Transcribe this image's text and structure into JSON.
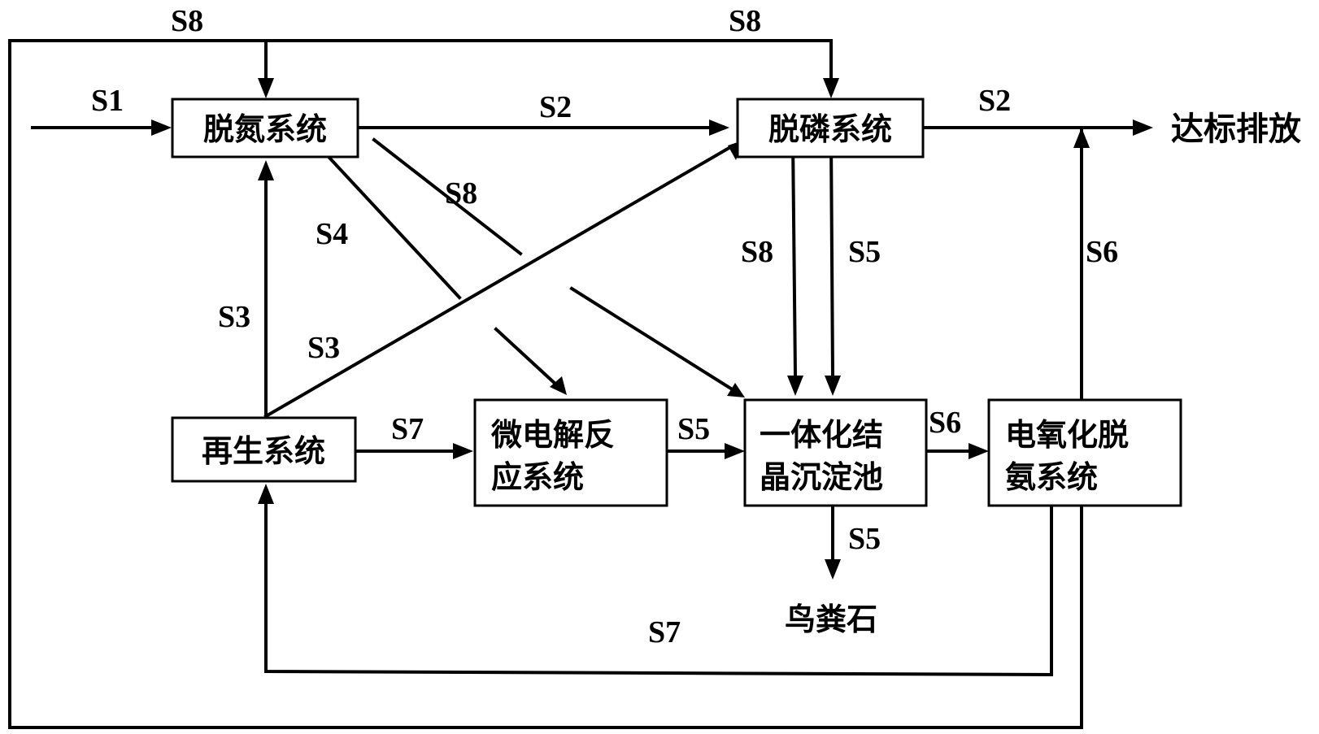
{
  "boxes": {
    "denitrification": "脱氮系统",
    "dephosphorization": "脱磷系统",
    "regeneration": "再生系统",
    "microelectrolysis": [
      "微电解反",
      "应系统"
    ],
    "crystallization": [
      "一体化结",
      "晶沉淀池"
    ],
    "electro_oxidation": [
      "电氧化脱",
      "氨系统"
    ]
  },
  "outputs": {
    "discharge": "达标排放",
    "struvite": "鸟粪石"
  },
  "stream_labels": {
    "s8_top_left": "S8",
    "s8_top_right": "S8",
    "s1_inflow": "S1",
    "s2_middle": "S2",
    "s2_outflow": "S2",
    "s8_diagonal": "S8",
    "s4_diagonal": "S4",
    "s3_vertical": "S3",
    "s3_diagonal": "S3",
    "s8_down": "S8",
    "s5_down": "S5",
    "s6_up": "S6",
    "s7_regen_to_micro": "S7",
    "s5_micro_to_cryst": "S5",
    "s6_cryst_to_electro": "S6",
    "s5_to_struvite": "S5",
    "s7_bottom_loop": "S7"
  }
}
